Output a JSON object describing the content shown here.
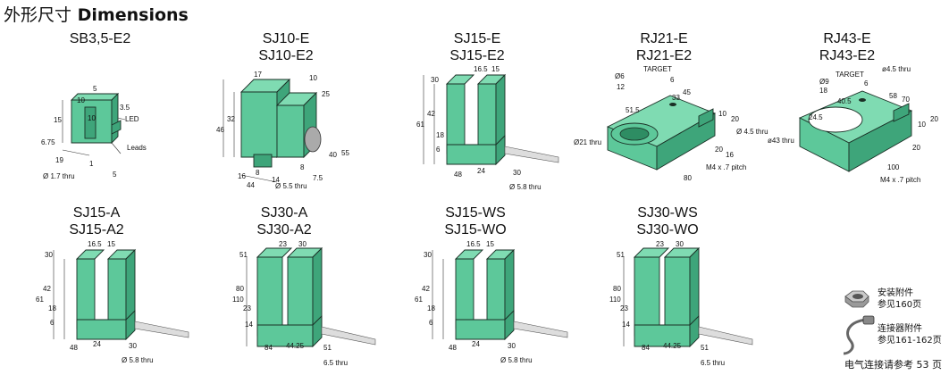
{
  "header": {
    "title_cn": "外形尺寸",
    "title_en": "Dimensions"
  },
  "models": [
    {
      "id": "sb35",
      "lines": [
        "SB3,5-E2"
      ]
    },
    {
      "id": "sj10",
      "lines": [
        "SJ10-E",
        "SJ10-E2"
      ]
    },
    {
      "id": "sj15e",
      "lines": [
        "SJ15-E",
        "SJ15-E2"
      ]
    },
    {
      "id": "rj21",
      "lines": [
        "RJ21-E",
        "RJ21-E2"
      ]
    },
    {
      "id": "rj43",
      "lines": [
        "RJ43-E",
        "RJ43-E2"
      ]
    },
    {
      "id": "sj15a",
      "lines": [
        "SJ15-A",
        "SJ15-A2"
      ]
    },
    {
      "id": "sj30a",
      "lines": [
        "SJ30-A",
        "SJ30-A2"
      ]
    },
    {
      "id": "sj15ws",
      "lines": [
        "SJ15-WS",
        "SJ15-WO"
      ]
    },
    {
      "id": "sj30ws",
      "lines": [
        "SJ30-WS",
        "SJ30-WO"
      ]
    }
  ],
  "dims": {
    "sb35": {
      "d1": "5",
      "d2": "10",
      "d3": "3.5",
      "d4": "15",
      "d5": "10",
      "d6": "LED",
      "d7": "6.75",
      "d8": "19",
      "d9": "1",
      "d10": "5",
      "d11": "Leads",
      "d12": "Ø 1.7 thru"
    },
    "sj10": {
      "d1": "17",
      "d2": "10",
      "d3": "25",
      "d4": "32",
      "d5": "46",
      "d6": "8",
      "d7": "16",
      "d8": "44",
      "d9": "14",
      "d10": "8",
      "d11": "7.5",
      "d12": "40",
      "d13": "55",
      "d14": "Ø 5.5 thru"
    },
    "sj15e": {
      "d1": "16.5",
      "d2": "15",
      "d3": "30",
      "d4": "42",
      "d5": "61",
      "d6": "18",
      "d7": "6",
      "d8": "48",
      "d9": "24",
      "d10": "30",
      "d11": "Ø 5.8 thru"
    },
    "rj21": {
      "d1": "TARGET",
      "d2": "Ø6",
      "d3": "12",
      "d4": "6",
      "d5": "33",
      "d6": "45",
      "d7": "51.5",
      "d8": "10",
      "d9": "20",
      "d10": "Ø21 thru",
      "d11": "Ø 4.5 thru",
      "d12": "20",
      "d13": "16",
      "d14": "M4 x .7 pitch",
      "d15": "80"
    },
    "rj43": {
      "d1": "TARGET",
      "d2": "Ø9",
      "d3": "18",
      "d4": "6",
      "d5": "ø4.5 thru",
      "d6": "40.5",
      "d7": "58",
      "d8": "70",
      "d9": "24.5",
      "d10": "10",
      "d11": "20",
      "d12": "ø43 thru",
      "d13": "20",
      "d14": "100",
      "d15": "M4 x .7 pitch"
    },
    "sj15a": {
      "d1": "16.5",
      "d2": "15",
      "d3": "30",
      "d4": "42",
      "d5": "61",
      "d6": "18",
      "d7": "6",
      "d8": "48",
      "d9": "24",
      "d10": "30",
      "d11": "Ø 5.8 thru"
    },
    "sj30a": {
      "d1": "23",
      "d2": "30",
      "d3": "51",
      "d4": "80",
      "d5": "110",
      "d6": "23",
      "d7": "14",
      "d8": "84",
      "d9": "44.25",
      "d10": "51",
      "d11": "6.5 thru"
    },
    "sj15ws": {
      "d1": "16.5",
      "d2": "15",
      "d3": "30",
      "d4": "42",
      "d5": "61",
      "d6": "18",
      "d7": "6",
      "d8": "48",
      "d9": "24",
      "d10": "30",
      "d11": "Ø 5.8 thru"
    },
    "sj30ws": {
      "d1": "23",
      "d2": "30",
      "d3": "51",
      "d4": "80",
      "d5": "110",
      "d6": "23",
      "d7": "14",
      "d8": "84",
      "d9": "44.25",
      "d10": "51",
      "d11": "6.5 thru"
    }
  },
  "accessories": {
    "nut_line1": "安装附件",
    "nut_line2": "参见160页",
    "conn_line1": "连接器附件",
    "conn_line2": "参见161-162页"
  },
  "footer": {
    "text": "电气连接请参考 53 页"
  }
}
